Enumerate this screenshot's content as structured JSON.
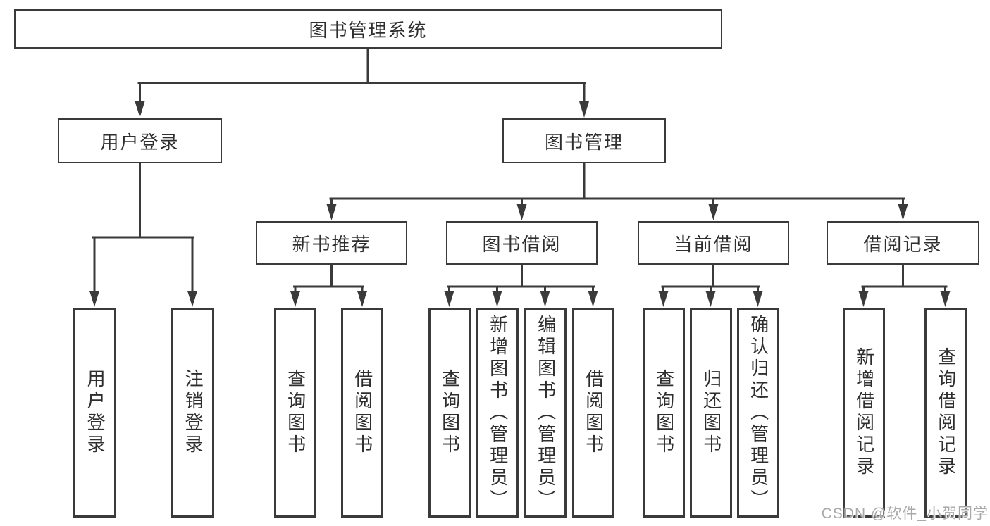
{
  "colors": {
    "line": "#3a3a3a",
    "box_border": "#3a3a3a",
    "text": "#2e2e2e",
    "watermark": "#a9a9a9",
    "background": "#ffffff"
  },
  "watermark": {
    "text": "CSDN @软件_小贺同学"
  },
  "tree": {
    "root": "图书管理系统",
    "branches": [
      {
        "label": "用户登录",
        "children": [
          "用户登录",
          "注销登录"
        ]
      },
      {
        "label": "图书管理",
        "groups": [
          {
            "label": "新书推荐",
            "children": [
              "查询图书",
              "借阅图书"
            ]
          },
          {
            "label": "图书借阅",
            "children": [
              "查询图书",
              "新增图书（管理员）",
              "编辑图书（管理员）",
              "借阅图书"
            ]
          },
          {
            "label": "当前借阅",
            "children": [
              "查询图书",
              "归还图书",
              "确认归还（管理员）"
            ]
          },
          {
            "label": "借阅记录",
            "children": [
              "新增借阅记录",
              "查询借阅记录"
            ]
          }
        ]
      }
    ]
  }
}
